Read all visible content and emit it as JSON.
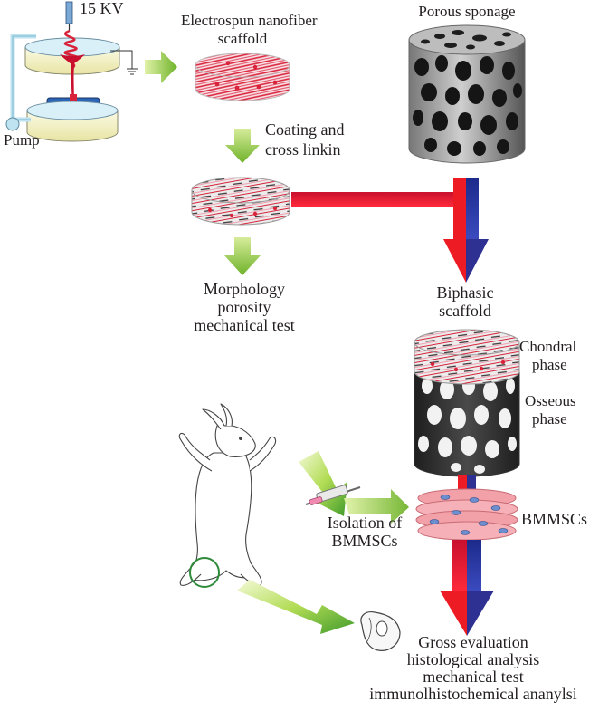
{
  "labels": {
    "voltage": "15 KV",
    "pump": "Pump",
    "electrospun_title": "Electrospun nanofiber",
    "electrospun_title2": "scaffold",
    "porous_sponge": "Porous sponage",
    "coating_line1": "Coating and",
    "coating_line2": "cross linkin",
    "morph_line1": "Morphology",
    "morph_line2": "porosity",
    "morph_line3": "mechanical test",
    "biphasic_line1": "Biphasic",
    "biphasic_line2": "scaffold",
    "chondral_line1": "Chondral",
    "chondral_line2": "phase",
    "osseous_line1": "Osseous",
    "osseous_line2": "phase",
    "isolation_line1": "Isolation of",
    "isolation_line2": "BMMSCs",
    "bmmscs": "BMMSCs",
    "gross_line1": "Gross evaluation",
    "gross_line2": "histological analysis",
    "gross_line3": "mechanical test",
    "gross_line4": "immunolhistochemical ananylsi"
  },
  "colors": {
    "green_arrow": "#8cc63f",
    "red_arrow": "#ed1c24",
    "blue_arrow": "#2e3192",
    "fiber_red": "#d8233a",
    "fiber_pink": "#f4a6b6",
    "sponge_dark": "#3a3a3a",
    "cell_pink": "#f2a1a8",
    "cell_blue": "#6d8fd0",
    "apparatus_blue": "#9fd3e6",
    "apparatus_cream": "#f3f0c8",
    "circle_green": "#2e8b3a"
  }
}
